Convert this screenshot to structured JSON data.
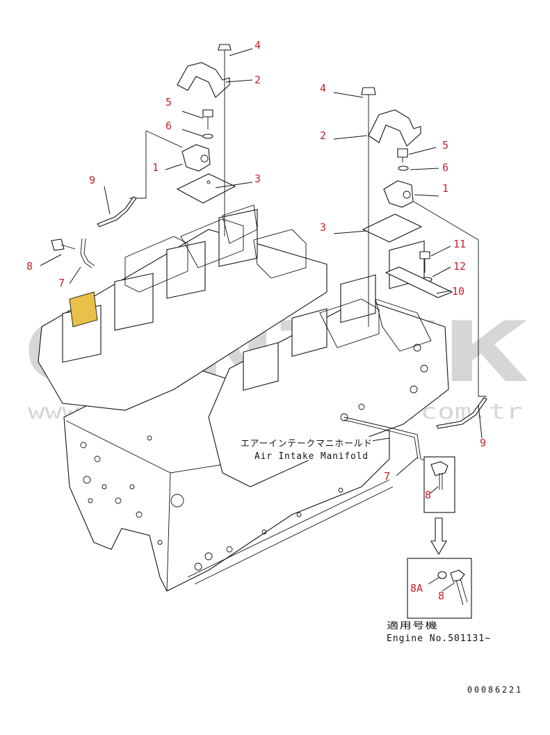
{
  "callouts_left": [
    "4",
    "2",
    "5",
    "6",
    "1",
    "9",
    "3",
    "8",
    "7"
  ],
  "callouts_right": [
    "4",
    "2",
    "5",
    "6",
    "1",
    "3",
    "11",
    "12",
    "10",
    "9",
    "7",
    "8",
    "8A",
    "8"
  ],
  "manifold_label": {
    "line1": "エアーインテークマニホールド",
    "line2": "Air Intake Manifold"
  },
  "applicable": {
    "label": "適用号機",
    "engine": "Engine No.501131~"
  },
  "document_number": "00086221",
  "watermark": {
    "brand": "GENTEK",
    "url": "www.ergunotoyedekparca.com.tr"
  },
  "colors": {
    "callout": "#c8202a",
    "ink": "#111111",
    "watermark": "#d6d6d6",
    "highlight": "#e8c04a"
  }
}
